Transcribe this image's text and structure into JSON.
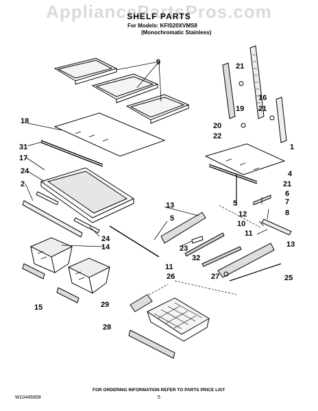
{
  "watermark": "AppliancePartsPros.com",
  "title": "SHELF PARTS",
  "models_line": "For Models: KFIS20XVMS8",
  "finish_line": "(Monochromatic Stainless)",
  "footer_note": "FOR ORDERING INFORMATION REFER TO PARTS PRICE LIST",
  "doc_number": "W10446808",
  "page_number": "5",
  "callouts": [
    {
      "id": "c9",
      "label": "9"
    },
    {
      "id": "c21a",
      "label": "21"
    },
    {
      "id": "c16",
      "label": "16"
    },
    {
      "id": "c21b",
      "label": "21"
    },
    {
      "id": "c19",
      "label": "19"
    },
    {
      "id": "c18",
      "label": "18"
    },
    {
      "id": "c20",
      "label": "20"
    },
    {
      "id": "c22",
      "label": "22"
    },
    {
      "id": "c31",
      "label": "31"
    },
    {
      "id": "c1",
      "label": "1"
    },
    {
      "id": "c17",
      "label": "17"
    },
    {
      "id": "c24a",
      "label": "24"
    },
    {
      "id": "c4",
      "label": "4"
    },
    {
      "id": "c2",
      "label": "2"
    },
    {
      "id": "c21c",
      "label": "21"
    },
    {
      "id": "c6",
      "label": "6"
    },
    {
      "id": "c7",
      "label": "7"
    },
    {
      "id": "c5a",
      "label": "5"
    },
    {
      "id": "c13a",
      "label": "13"
    },
    {
      "id": "c8",
      "label": "8"
    },
    {
      "id": "c5b",
      "label": "5"
    },
    {
      "id": "c12",
      "label": "12"
    },
    {
      "id": "c10",
      "label": "10"
    },
    {
      "id": "c11a",
      "label": "11"
    },
    {
      "id": "c24b",
      "label": "24"
    },
    {
      "id": "c14",
      "label": "14"
    },
    {
      "id": "c23",
      "label": "23"
    },
    {
      "id": "c13b",
      "label": "13"
    },
    {
      "id": "c32",
      "label": "32"
    },
    {
      "id": "c11b",
      "label": "11"
    },
    {
      "id": "c26",
      "label": "26"
    },
    {
      "id": "c27",
      "label": "27"
    },
    {
      "id": "c25",
      "label": "25"
    },
    {
      "id": "c15",
      "label": "15"
    },
    {
      "id": "c29",
      "label": "29"
    },
    {
      "id": "c28",
      "label": "28"
    }
  ]
}
